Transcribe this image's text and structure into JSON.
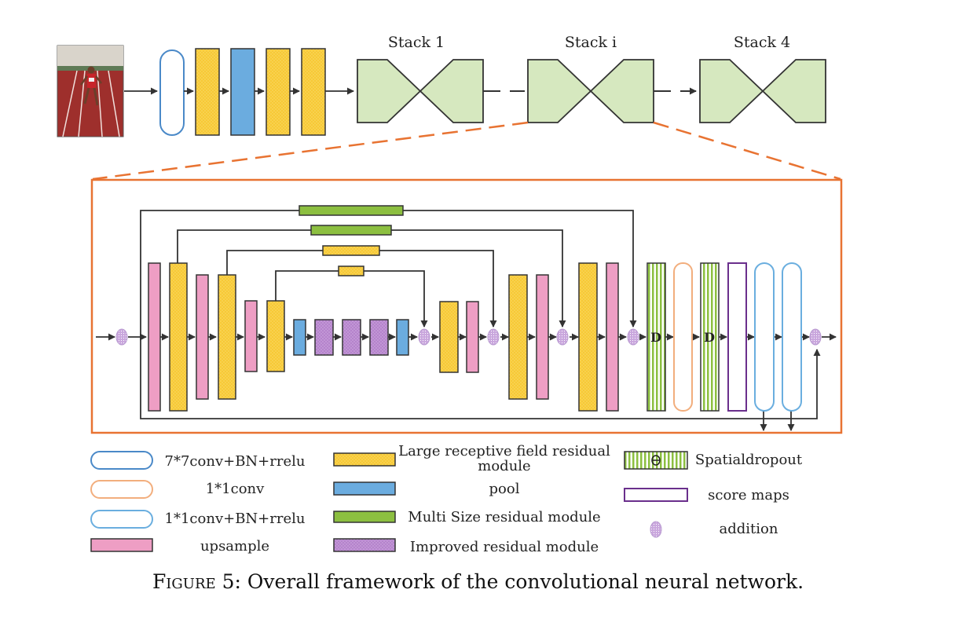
{
  "diagram": {
    "stacks": [
      "Stack 1",
      "Stack i",
      "Stack 4"
    ],
    "dropout_mark": "D",
    "colors": {
      "pink": "#ee9ec4",
      "yellow": "#f7c936",
      "blue": "#6bacdf",
      "green": "#8cbf40",
      "purple": "#b583cc",
      "stack_fill": "#d6e8bf",
      "orange": "#e87332",
      "score_purple": "#6a2f8c",
      "conv_blue_outline": "#4a89c8",
      "light_blue_outline": "#6aaedf",
      "orange_outline": "#f2ae7d"
    },
    "legend": [
      {
        "key": "conv7",
        "label": "7*7conv+BN+rrelu",
        "icon": "oval-blue-dark"
      },
      {
        "key": "conv1",
        "label": "1*1conv",
        "icon": "oval-orange"
      },
      {
        "key": "conv1bn",
        "label": "1*1conv+BN+rrelu",
        "icon": "oval-blue-light"
      },
      {
        "key": "upsample",
        "label": "upsample",
        "icon": "rect-pink"
      },
      {
        "key": "large_rf",
        "label_line1": "Large receptive field residual",
        "label_line2": "module",
        "icon": "rect-yellow"
      },
      {
        "key": "pool",
        "label": "pool",
        "icon": "rect-blue"
      },
      {
        "key": "multisize",
        "label": "Multi Size residual module",
        "icon": "rect-green"
      },
      {
        "key": "improved",
        "label": "Improved residual module",
        "icon": "rect-purple"
      },
      {
        "key": "dropout",
        "label": "Spatialdropout",
        "icon": "rect-green-striped"
      },
      {
        "key": "score",
        "label": "score maps",
        "icon": "rect-purple-outline"
      },
      {
        "key": "addition",
        "label": "addition",
        "icon": "ellipse-purple"
      }
    ]
  },
  "caption": {
    "prefix": "Figure 5:",
    "text": "Overall framework of the convolutional neural network."
  }
}
